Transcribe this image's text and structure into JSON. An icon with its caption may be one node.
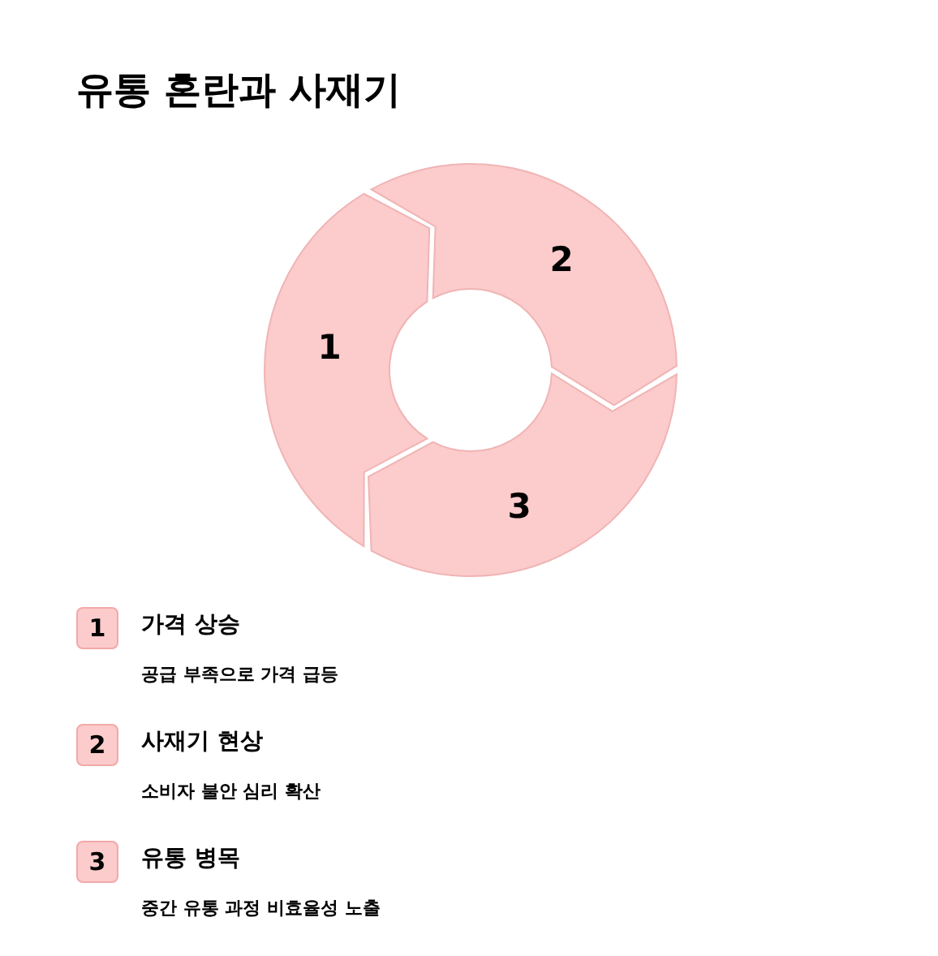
{
  "diagram": {
    "title": "유통 혼란과 사재기",
    "nodes": [
      {
        "text": [
          "1"
        ]
      },
      {
        "text": [
          "2"
        ]
      },
      {
        "text": [
          "3"
        ]
      },
      {
        "text": [
          "1"
        ],
        "beside": [
          "가격 상승",
          "공급 부족으로 가격 급등"
        ]
      },
      {
        "text": [
          "2"
        ],
        "beside": [
          "사재기 현상",
          "소비자 불안 심리 확산"
        ]
      },
      {
        "text": [
          "3"
        ],
        "beside": [
          "유통 병목",
          "중간 유통 과정 비효율성 노출"
        ]
      }
    ]
  }
}
